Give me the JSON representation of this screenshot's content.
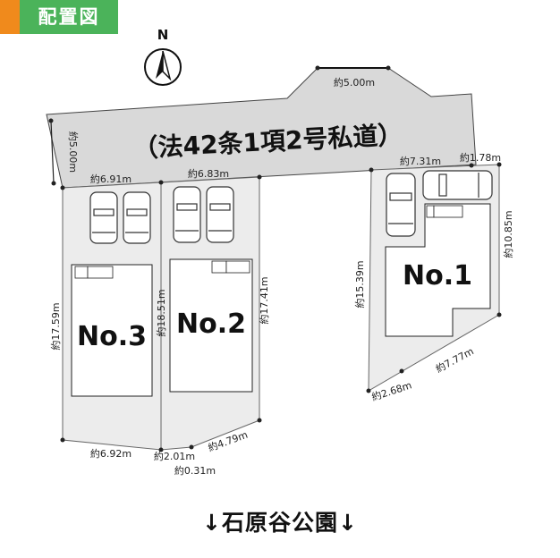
{
  "header": {
    "tag_label": "配置図"
  },
  "compass": {
    "north_label": "N"
  },
  "road": {
    "label": "（法42条1項2号私道）",
    "width_top": "約5.00m",
    "width_side": "約5.00m"
  },
  "lots": [
    {
      "name": "No.3",
      "frontage": "約6.91m",
      "left_depth": "約17.59m",
      "back": "約6.92m"
    },
    {
      "name": "No.2",
      "frontage": "約6.83m",
      "left_depth": "約18.51m",
      "right_depth": "約17.41m",
      "back_a": "約2.01m",
      "back_b": "約4.79m",
      "back_c": "約0.31m"
    },
    {
      "name": "No.1",
      "frontage_a": "約7.31m",
      "frontage_b": "約1.78m",
      "left_depth": "約15.39m",
      "right_depth": "約10.85m",
      "back_a": "約2.68m",
      "back_b": "約7.77m"
    }
  ],
  "bottom": {
    "park_label": "↓石原谷公園↓"
  }
}
